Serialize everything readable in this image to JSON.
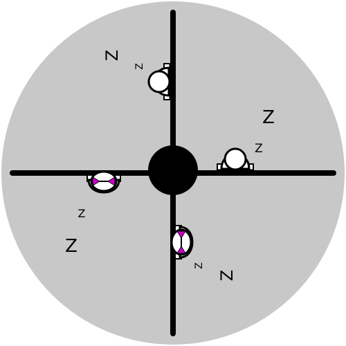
{
  "scene": {
    "colors": {
      "disc": "#c8c8c8",
      "axis": "#000000",
      "hub": "#000000",
      "critter_body": "#ffffff",
      "critter_outline": "#000000",
      "arrow": "#cc00cc"
    },
    "sleep_marks": {
      "top": {
        "small": "Z",
        "large": "Z"
      },
      "right": {
        "small": "Z",
        "large": "Z"
      },
      "bottom": {
        "small": "Z",
        "large": "Z"
      },
      "left": {
        "small": "Z",
        "large": "Z"
      }
    }
  }
}
